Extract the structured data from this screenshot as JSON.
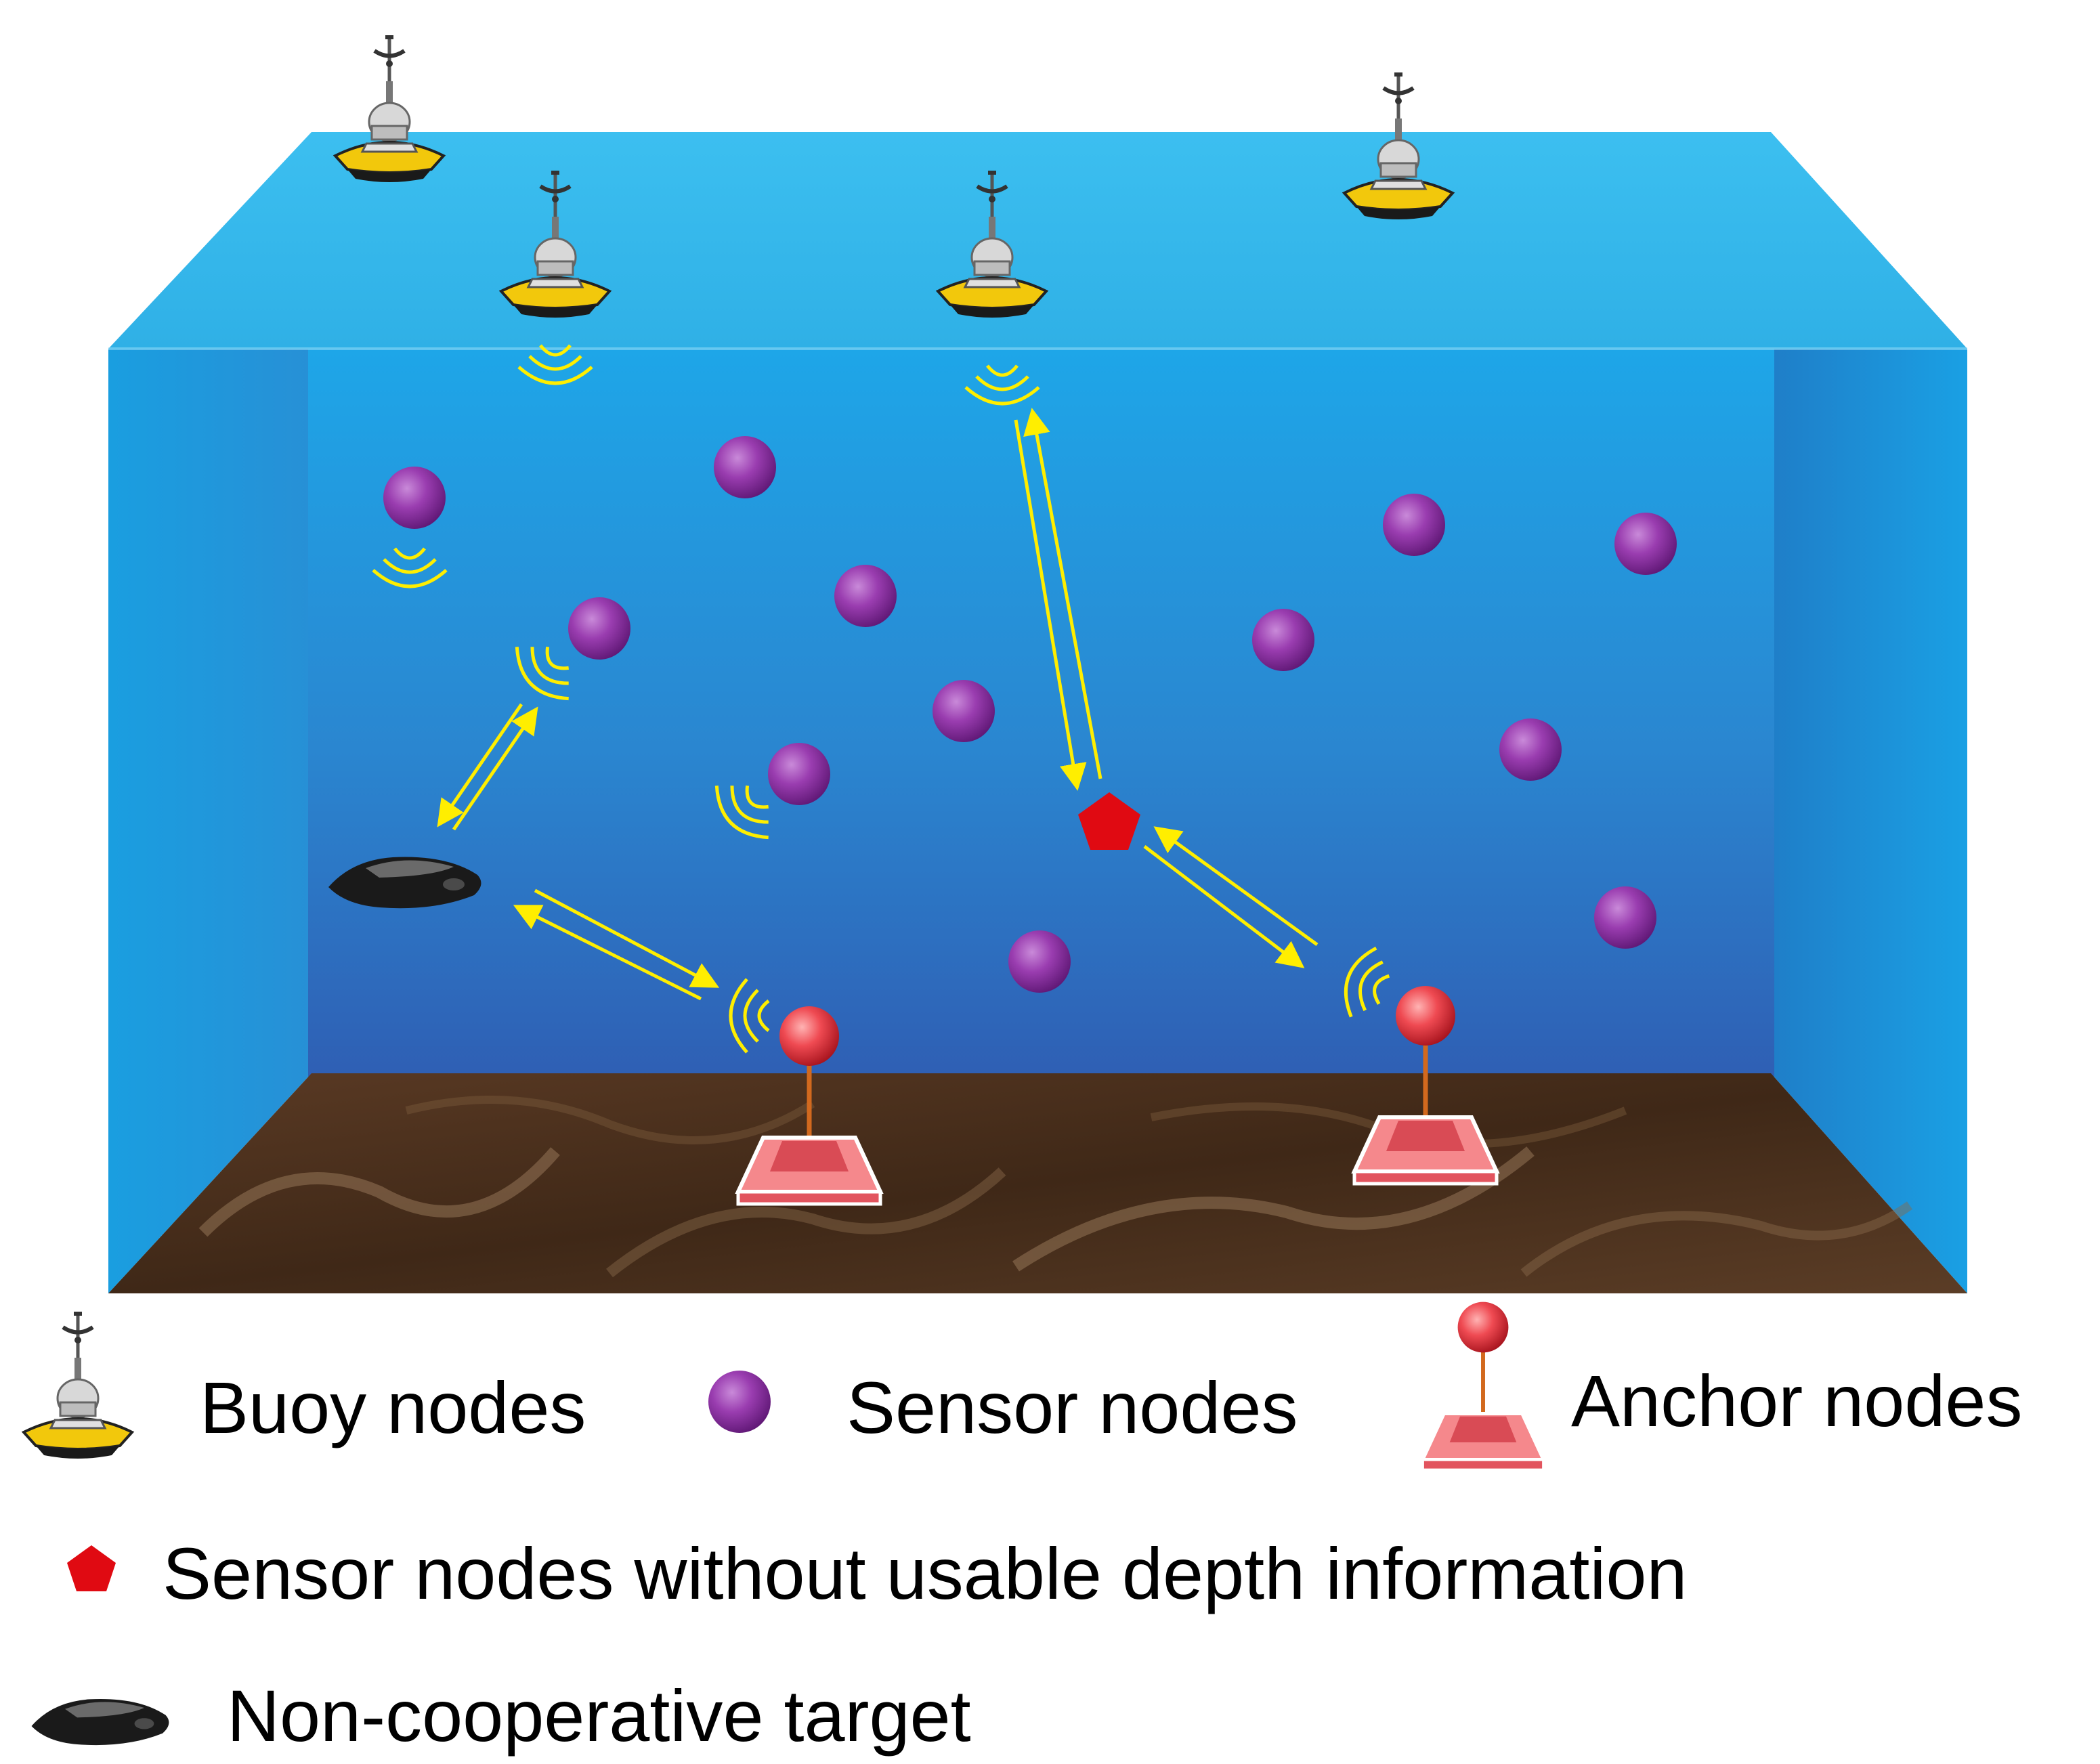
{
  "colors": {
    "water_top": "#35b8ea",
    "water_front_top": "#1ea6e8",
    "water_front_bottom": "#2f5fb4",
    "seabed": "#4a3020",
    "sensor_node": "#8e2ea3",
    "anchor_ball": "#e53540",
    "anchor_base": "#f06a72",
    "unknown_depth_node": "#e00a12",
    "signal": "#ffee00",
    "buoy_body": "#f2c80c",
    "target": "#1a1a1a"
  },
  "icons": {
    "buoy": "buoy-icon",
    "sensor": "sensor-node-icon",
    "anchor": "anchor-node-icon",
    "unknown_depth": "pentagon-icon",
    "target": "underwater-vehicle-icon"
  },
  "legend": {
    "buoy_label": "Buoy nodes",
    "sensor_label": "Sensor nodes",
    "anchor_label": "Anchor nodes",
    "no_depth_label": "Sensor nodes without usable depth information",
    "target_label": "Non-cooperative target"
  }
}
